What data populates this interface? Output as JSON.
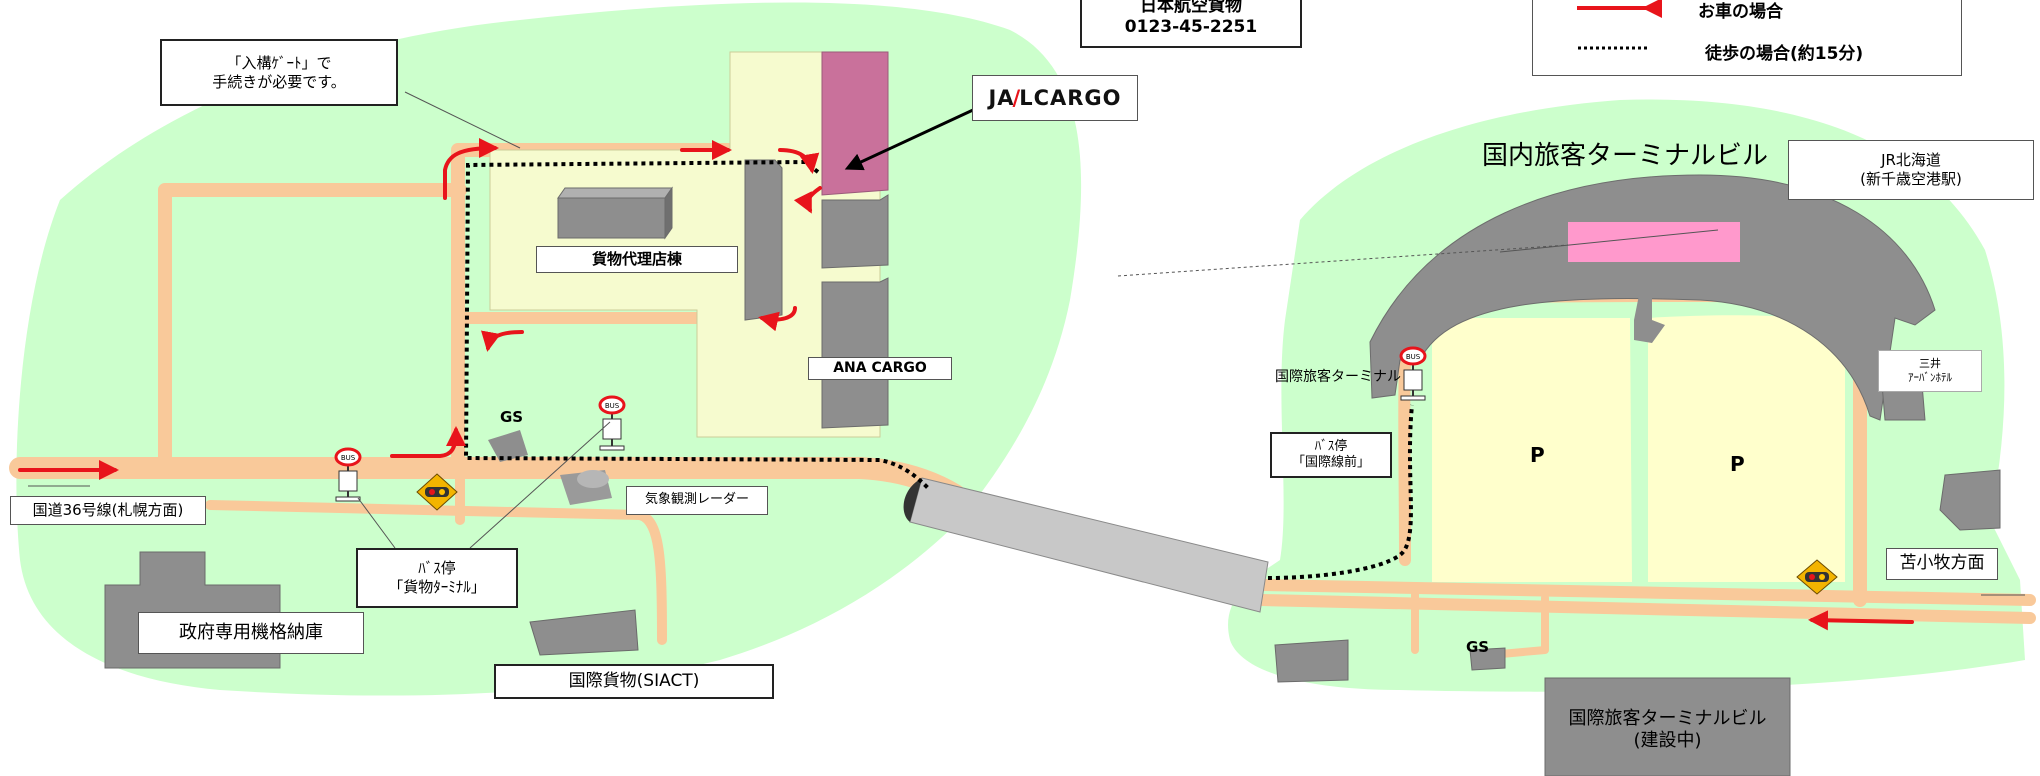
{
  "header": {
    "company_name": "日本航空貨物",
    "company_phone": "0123-45-2251"
  },
  "legend": {
    "car_label": "お車の場合",
    "walk_label": "徒歩の場合(約15分)",
    "car_color": "#e8141b",
    "walk_color": "#000000"
  },
  "callouts": {
    "gate_note_line1": "「入構ｹﾞｰﾄ」で",
    "gate_note_line2": "手続きが必要です。",
    "jal_logo_prefix": "JA",
    "jal_logo_slash": "/",
    "jal_logo_suffix": "LCARGO",
    "cargo_agent_building": "貨物代理店棟",
    "ana_cargo": "ANA CARGO",
    "weather_radar": "気象観測レーダー",
    "bus_stop_cargo_line1": "ﾊﾞｽ停",
    "bus_stop_cargo_line2": "「貨物ﾀｰﾐﾅﾙ」",
    "route36": "国道36号線(札幌方面)",
    "gov_hangar": "政府専用機格納庫",
    "intl_cargo": "国際貨物(SIACT)",
    "gs_left": "GS",
    "gs_right": "GS",
    "domestic_terminal": "国内旅客ターミナルビル",
    "jr_line1": "JR北海道",
    "jr_line2": "(新千歳空港駅)",
    "intl_terminal_stop": "国際旅客ターミナル",
    "bus_stop_intl_line1": "ﾊﾞｽ停",
    "bus_stop_intl_line2": "「国際線前」",
    "mitsui_line1": "三井",
    "mitsui_line2": "ｱｰﾊﾞﾝﾎﾃﾙ",
    "parking_1": "P",
    "parking_2": "P",
    "tomakomai": "苫小牧方面",
    "intl_terminal_line1": "国際旅客ターミナルビル",
    "intl_terminal_line2": "(建設中)",
    "bus_sign": "BUS"
  },
  "colors": {
    "grass": "#ccffcc",
    "road": "#f9c99a",
    "cargo_area": "#f6fbcf",
    "building_gray": "#8e8e8e",
    "jal_building": "#c9719b",
    "jr_station": "#ff99cc",
    "tunnel": "#c8c8c8"
  }
}
